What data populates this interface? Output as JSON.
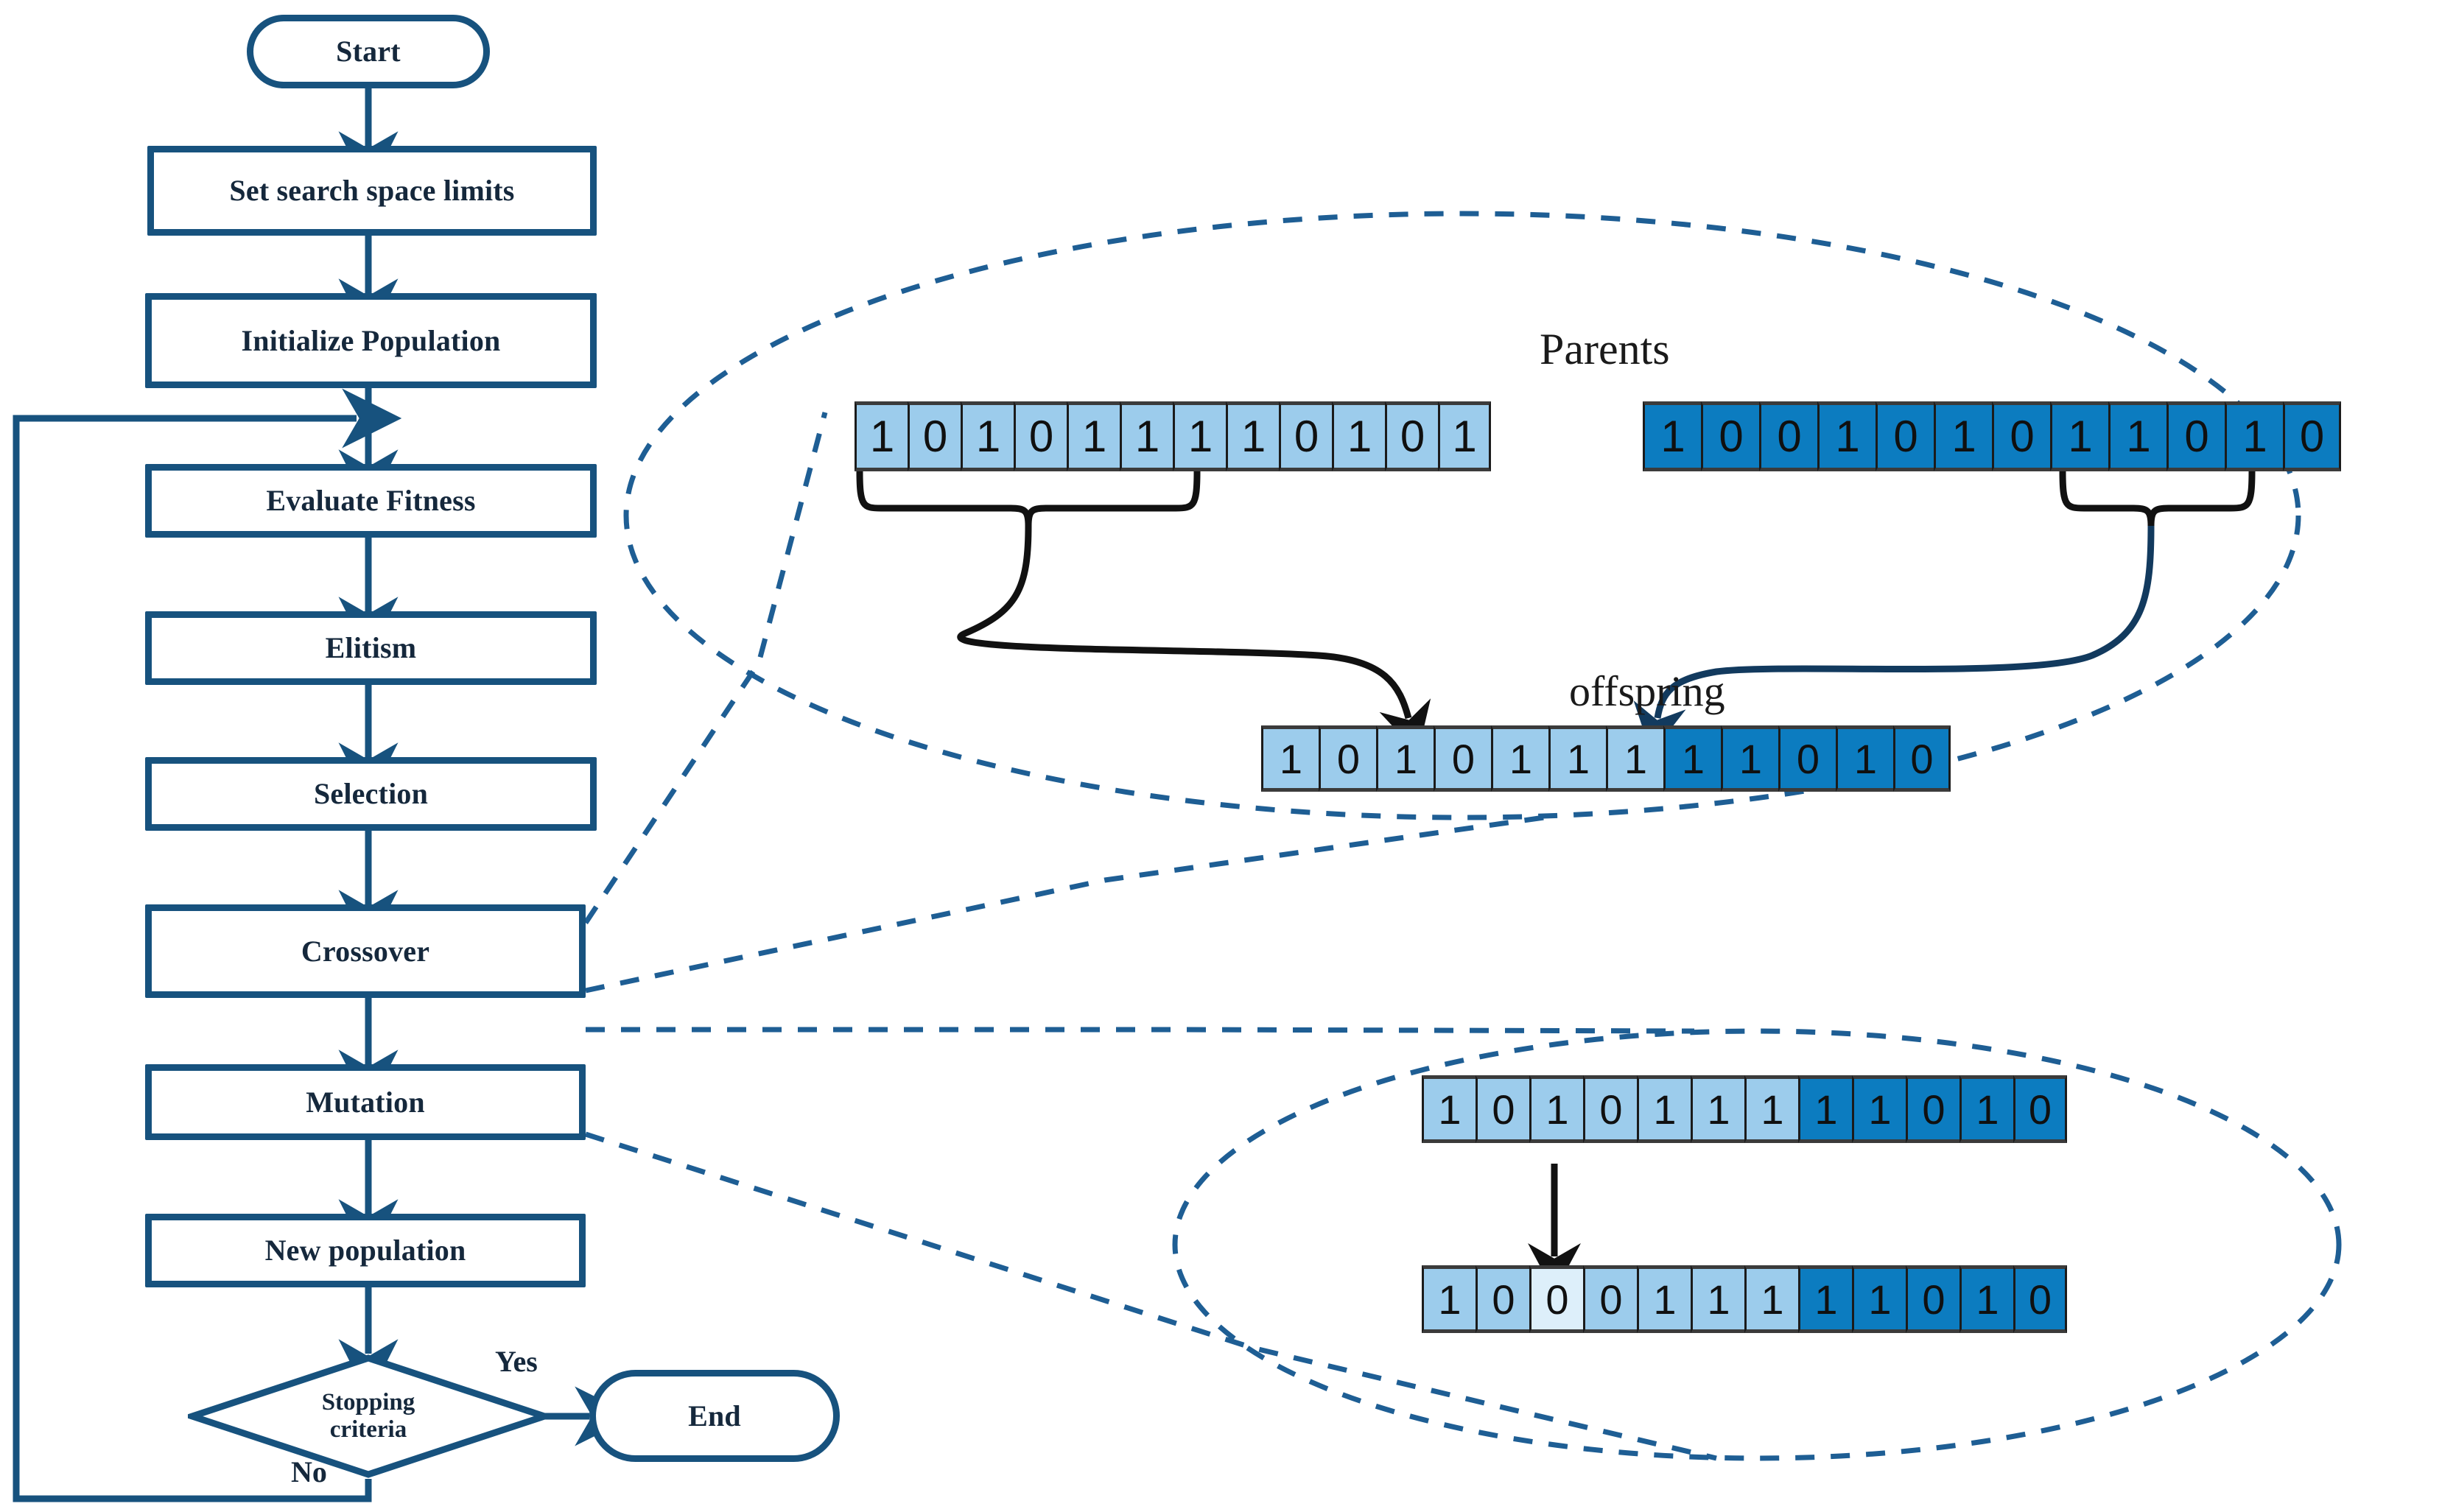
{
  "diagram": {
    "title": "Genetic Algorithm Flowchart with Crossover and Mutation Callouts",
    "colors": {
      "node_border": "#17527E",
      "node_fill": "#FFFFFF",
      "text": "#15283C",
      "callout_dashed": "#1E5E94",
      "bit_light": "#9CCCEC",
      "bit_dark": "#0C7CC0",
      "bit_mutated": "#DDEFFA",
      "brace_black": "#111111",
      "brace_navy": "#123A5E"
    },
    "flow_nodes": [
      {
        "id": "start",
        "label": "Start",
        "shape": "terminal"
      },
      {
        "id": "limits",
        "label": "Set search space limits",
        "shape": "process"
      },
      {
        "id": "init",
        "label": "Initialize Population",
        "shape": "process"
      },
      {
        "id": "evaluate",
        "label": "Evaluate Fitness",
        "shape": "process"
      },
      {
        "id": "elitism",
        "label": "Elitism",
        "shape": "process"
      },
      {
        "id": "selection",
        "label": "Selection",
        "shape": "process"
      },
      {
        "id": "crossover",
        "label": "Crossover",
        "shape": "process"
      },
      {
        "id": "mutation",
        "label": "Mutation",
        "shape": "process"
      },
      {
        "id": "newpop",
        "label": "New population",
        "shape": "process"
      },
      {
        "id": "end",
        "label": "End",
        "shape": "terminal"
      }
    ],
    "decision": {
      "id": "stopping",
      "label_line1": "Stopping",
      "label_line2": "criteria",
      "yes_label": "Yes",
      "no_label": "No"
    },
    "crossover_callout": {
      "parents_label": "Parents",
      "offspring_label": "offspring",
      "parent1": {
        "bits": [
          "1",
          "0",
          "1",
          "0",
          "1",
          "1",
          "1",
          "1",
          "0",
          "1",
          "0",
          "1"
        ],
        "color": "light",
        "brace_span": [
          0,
          6
        ]
      },
      "parent2": {
        "bits": [
          "1",
          "0",
          "0",
          "1",
          "0",
          "1",
          "0",
          "1",
          "1",
          "0",
          "1",
          "0"
        ],
        "color": "dark",
        "brace_span": [
          7,
          11
        ]
      },
      "offspring": {
        "bits": [
          "1",
          "0",
          "1",
          "0",
          "1",
          "1",
          "1",
          "1",
          "1",
          "0",
          "1",
          "0"
        ],
        "colors": [
          "light",
          "light",
          "light",
          "light",
          "light",
          "light",
          "light",
          "dark",
          "dark",
          "dark",
          "dark",
          "dark"
        ]
      }
    },
    "mutation_callout": {
      "before": {
        "bits": [
          "1",
          "0",
          "1",
          "0",
          "1",
          "1",
          "1",
          "1",
          "1",
          "0",
          "1",
          "0"
        ],
        "colors": [
          "light",
          "light",
          "light",
          "light",
          "light",
          "light",
          "light",
          "dark",
          "dark",
          "dark",
          "dark",
          "dark"
        ]
      },
      "after": {
        "bits": [
          "1",
          "0",
          "0",
          "0",
          "1",
          "1",
          "1",
          "1",
          "1",
          "0",
          "1",
          "0"
        ],
        "colors": [
          "light",
          "light",
          "mutated",
          "light",
          "light",
          "light",
          "light",
          "dark",
          "dark",
          "dark",
          "dark",
          "dark"
        ],
        "mutated_index": 2
      }
    }
  }
}
